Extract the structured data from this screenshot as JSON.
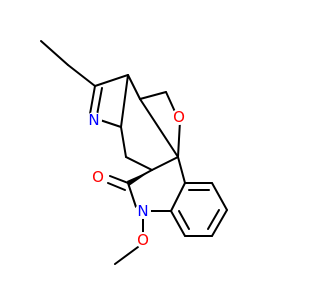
{
  "molecule": {
    "atoms": [
      {
        "id": "N_imine",
        "symbol": "N",
        "color": "#0000ff"
      },
      {
        "id": "O_ether",
        "symbol": "O",
        "color": "#ff0000"
      },
      {
        "id": "O_carbonyl",
        "symbol": "O",
        "color": "#ff0000"
      },
      {
        "id": "N_lactam",
        "symbol": "N",
        "color": "#0000ff"
      },
      {
        "id": "O_methoxy",
        "symbol": "O",
        "color": "#ff0000"
      }
    ],
    "bond_color": "#000000",
    "background": "#ffffff"
  }
}
